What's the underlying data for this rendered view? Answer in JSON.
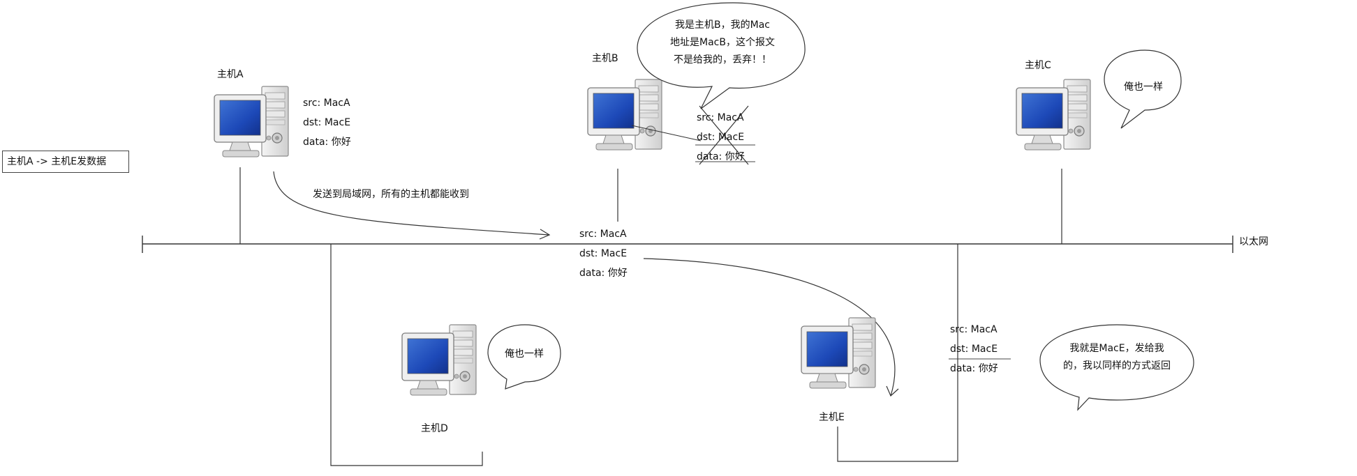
{
  "task_box": "主机A -> 主机E发数据",
  "ethernet_label": "以太网",
  "broadcast_note": "发送到局域网，所有的主机都能收到",
  "hosts": {
    "a": {
      "name": "主机A"
    },
    "b": {
      "name": "主机B"
    },
    "c": {
      "name": "主机C"
    },
    "d": {
      "name": "主机D"
    },
    "e": {
      "name": "主机E"
    }
  },
  "packet": {
    "src_label": "src:",
    "src_value": "MacA",
    "dst_label": "dst:",
    "dst_value": "MacE",
    "data_label": "data:",
    "data_value": "你好"
  },
  "bubbles": {
    "b": {
      "lines": [
        "我是主机B，我的Mac",
        "地址是MacB，这个报文",
        "不是给我的，丢弃！！"
      ]
    },
    "c": {
      "lines": [
        "俺也一样"
      ]
    },
    "d": {
      "lines": [
        "俺也一样"
      ]
    },
    "e": {
      "lines": [
        "我就是MacE，发给我",
        "的，我以同样的方式返回"
      ]
    }
  }
}
